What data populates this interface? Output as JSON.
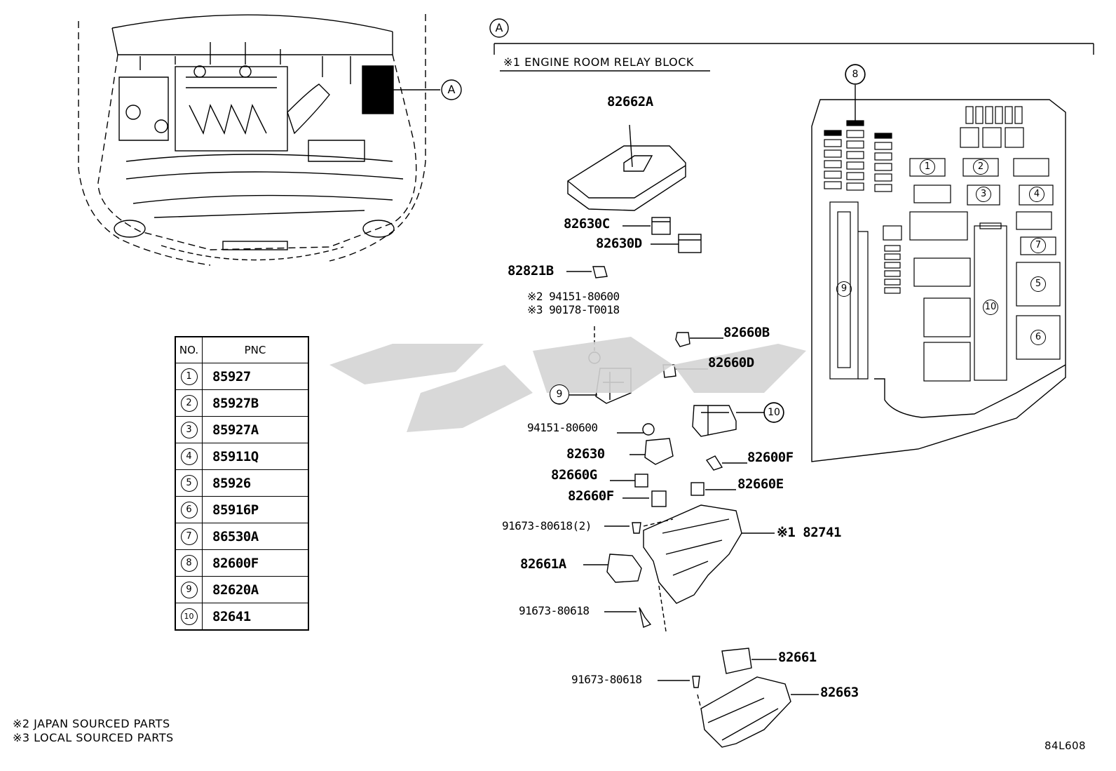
{
  "view_marker": "A",
  "section_title": "※1 ENGINE ROOM RELAY BLOCK",
  "part_labels": {
    "p82662A": "82662A",
    "p82630C": "82630C",
    "p82630D": "82630D",
    "p82821B": "82821B",
    "note_jp": "※2 94151-80600",
    "note_local": "※3 90178-T0018",
    "p82660B": "82660B",
    "p82660D": "82660D",
    "p94151": "94151-80600",
    "p82630": "82630",
    "p82600F": "82600F",
    "p82660G": "82660G",
    "p82660E": "82660E",
    "p82660F": "82660F",
    "p91673_2": "91673-80618(2)",
    "p82741": "※1 82741",
    "p82661A": "82661A",
    "p91673_a": "91673-80618",
    "p82661": "82661",
    "p91673_b": "91673-80618",
    "p82663": "82663"
  },
  "callouts": {
    "c9": "9",
    "c10": "10",
    "c8": "8"
  },
  "box_numbers": [
    "1",
    "2",
    "3",
    "4",
    "5",
    "6",
    "7",
    "9",
    "10"
  ],
  "table": {
    "headers": [
      "NO.",
      "PNC"
    ],
    "rows": [
      {
        "no": "1",
        "pnc": "85927"
      },
      {
        "no": "2",
        "pnc": "85927B"
      },
      {
        "no": "3",
        "pnc": "85927A"
      },
      {
        "no": "4",
        "pnc": "85911Q"
      },
      {
        "no": "5",
        "pnc": "85926"
      },
      {
        "no": "6",
        "pnc": "85916P"
      },
      {
        "no": "7",
        "pnc": "86530A"
      },
      {
        "no": "8",
        "pnc": "82600F"
      },
      {
        "no": "9",
        "pnc": "82620A"
      },
      {
        "no": "10",
        "pnc": "82641"
      }
    ]
  },
  "footnotes": {
    "f2": "※2 JAPAN SOURCED PARTS",
    "f3": "※3 LOCAL SOURCED PARTS"
  },
  "diagram_code": "84L608"
}
